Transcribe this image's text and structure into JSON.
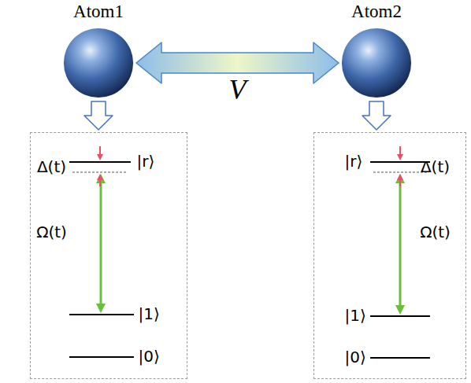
{
  "diagram": {
    "nodes": [
      {
        "text": [
          "Atom1"
        ]
      },
      {
        "text": [
          "Atom2"
        ]
      },
      {
        "text": [
          "Δ(t)",
          "|r⟩",
          "Ω(t)",
          "|1⟩",
          "|0⟩"
        ]
      },
      {
        "text": [
          "|r⟩",
          "Δ(t)",
          "Ω(t)",
          "|1⟩",
          "|0⟩"
        ]
      }
    ],
    "edges": [
      {
        "from": 0,
        "to": 1,
        "arrow": "both",
        "label": "V"
      },
      {
        "from": 0,
        "to": 2,
        "arrow": "to"
      },
      {
        "from": 1,
        "to": 3,
        "arrow": "to"
      }
    ]
  }
}
